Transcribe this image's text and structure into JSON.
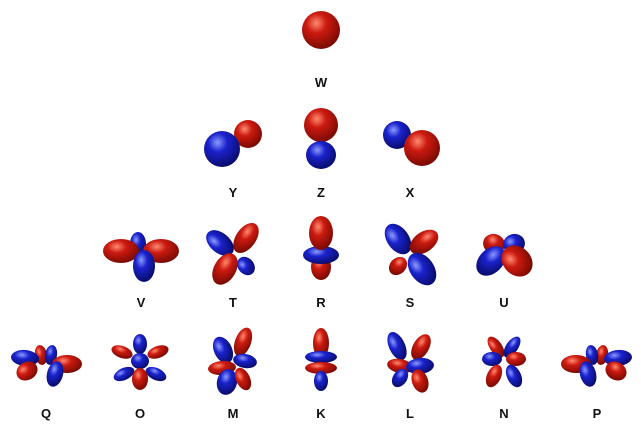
{
  "colors": {
    "positive_lobe": "#cc1a10",
    "positive_highlight": "#ff8a70",
    "positive_shadow": "#6e0800",
    "negative_lobe": "#1a22cc",
    "negative_highlight": "#8c9aff",
    "negative_shadow": "#07095e",
    "label": "#111111",
    "background": "#ffffff"
  },
  "rows": [
    {
      "orbitals": [
        {
          "label": "W",
          "shape": "s"
        }
      ]
    },
    {
      "orbitals": [
        {
          "label": "Y",
          "shape": "p-y"
        },
        {
          "label": "Z",
          "shape": "p-z"
        },
        {
          "label": "X",
          "shape": "p-x"
        }
      ]
    },
    {
      "orbitals": [
        {
          "label": "V",
          "shape": "d-x2y2"
        },
        {
          "label": "T",
          "shape": "d-yz"
        },
        {
          "label": "R",
          "shape": "d-z2"
        },
        {
          "label": "S",
          "shape": "d-xz"
        },
        {
          "label": "U",
          "shape": "d-xy"
        }
      ]
    },
    {
      "orbitals": [
        {
          "label": "Q",
          "shape": "f-a"
        },
        {
          "label": "O",
          "shape": "f-b"
        },
        {
          "label": "M",
          "shape": "f-c"
        },
        {
          "label": "K",
          "shape": "f-z3"
        },
        {
          "label": "L",
          "shape": "f-d"
        },
        {
          "label": "N",
          "shape": "f-e"
        },
        {
          "label": "P",
          "shape": "f-f"
        }
      ]
    }
  ]
}
